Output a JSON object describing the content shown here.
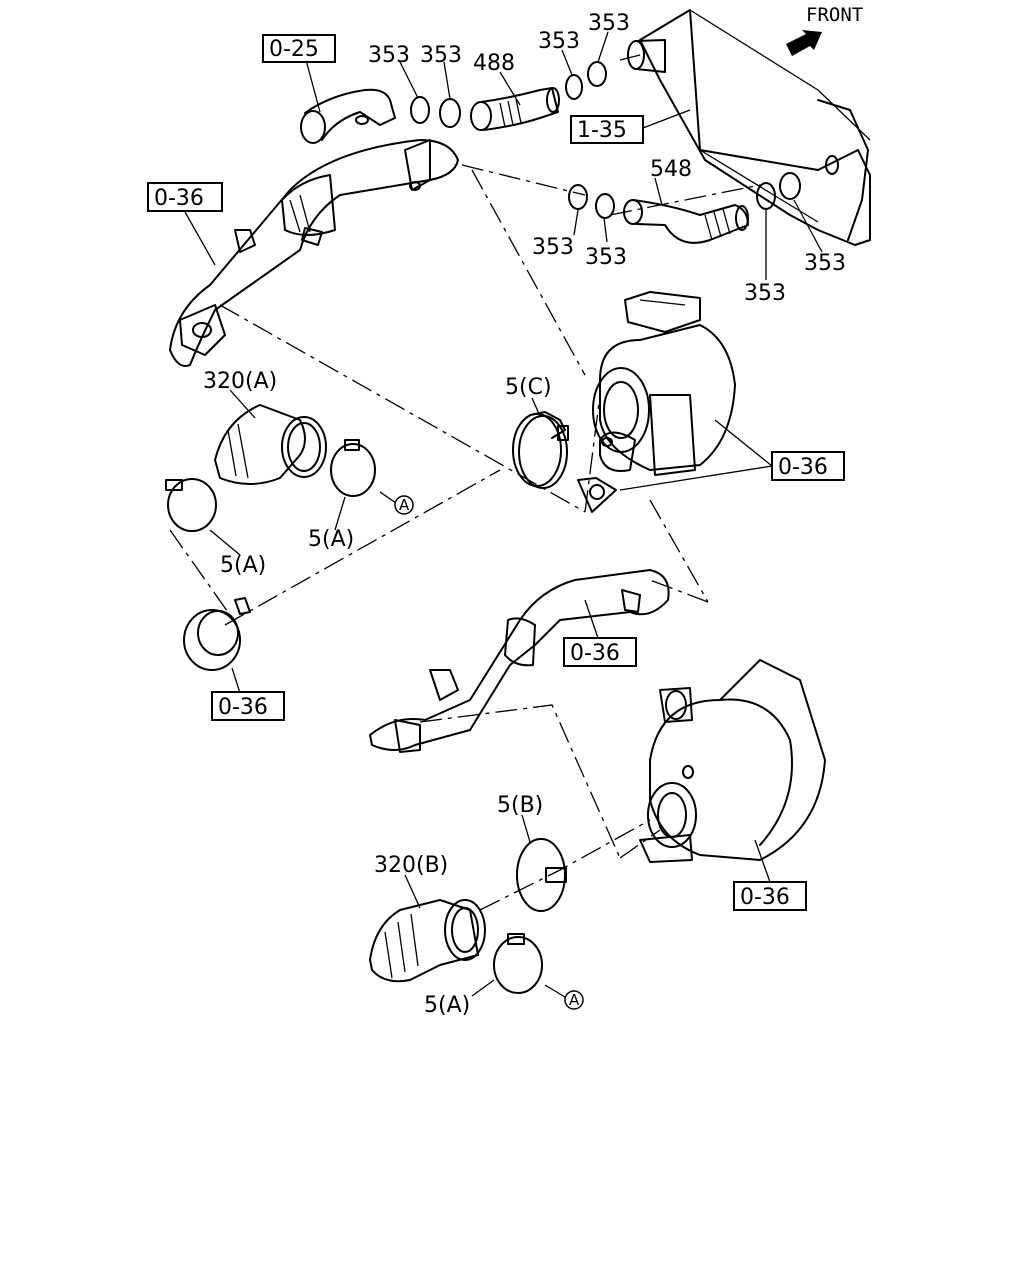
{
  "front_label": "FRONT",
  "refs": [
    "0-25",
    "0-36",
    "1-35",
    "0-36",
    "0-36",
    "0-36",
    "0-36"
  ],
  "part_numbers": {
    "p353": "353",
    "p488": "488",
    "p548": "548",
    "p320A": "320(A)",
    "p320B": "320(B)",
    "p5A": "5(A)",
    "p5B": "5(B)",
    "p5C": "5(C)",
    "circleA": "A"
  },
  "icons": [
    "front-arrow-icon"
  ]
}
